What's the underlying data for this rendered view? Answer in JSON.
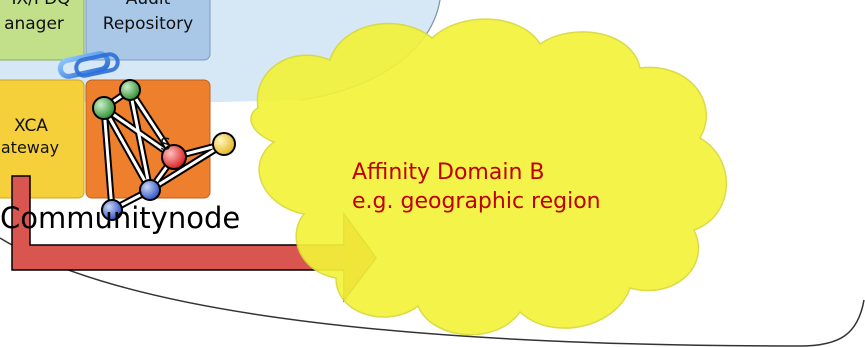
{
  "tiles": {
    "pix": {
      "line1": "IX/PDQ",
      "line2": "anager"
    },
    "audit": {
      "line1": "Audit",
      "line2": "Repository"
    },
    "xca": {
      "line1": "XCA",
      "line2": "ateway"
    },
    "hidden_tile_text": "S"
  },
  "community_label": "Communitynode",
  "cloud": {
    "line1": "Affinity Domain B",
    "line2": "e.g. geographic region"
  },
  "colors": {
    "cloud_fill": "#f2f23a",
    "cloud_stroke": "#d8d83a",
    "tile_green": "#c2e08a",
    "tile_blue": "#a9c8e8",
    "tile_yellow": "#f5d03a",
    "tile_orange": "#ee7f2c",
    "arrow_fill": "#d95550",
    "label_red": "#c00000"
  },
  "icons": [
    "chain-link-icon",
    "network-molecule-icon"
  ]
}
